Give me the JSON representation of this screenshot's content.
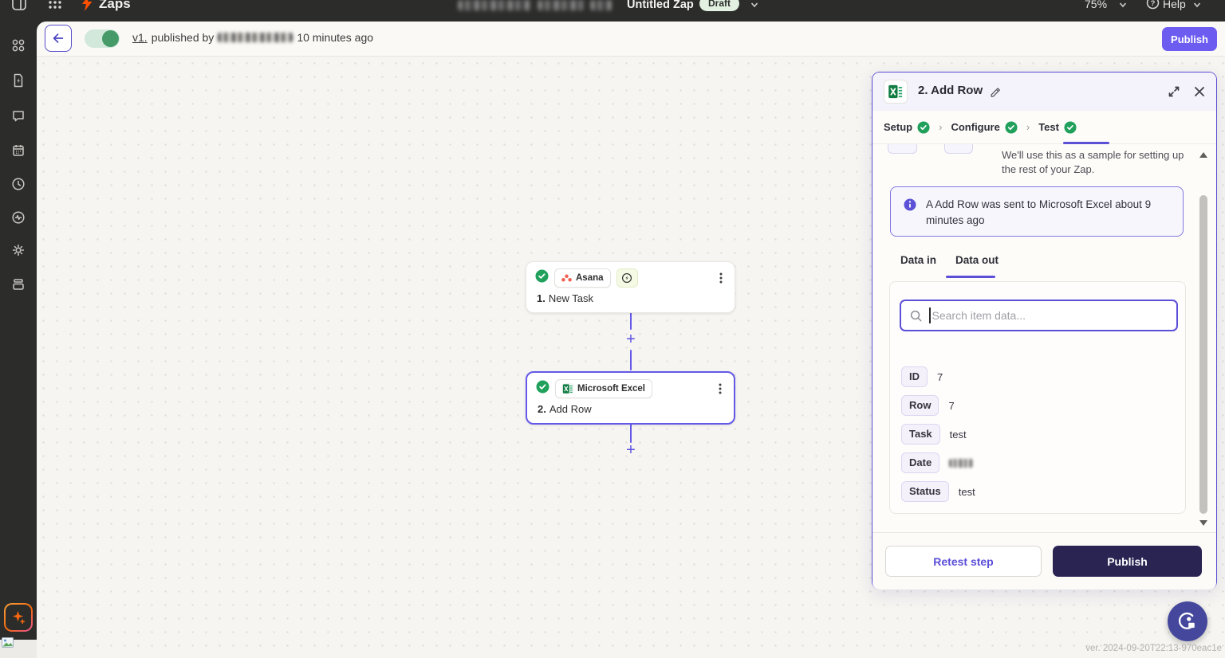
{
  "topbar": {
    "app_title": "Zaps",
    "zap_name": "Untitled Zap",
    "status_badge": "Draft",
    "zoom_value": "75%",
    "help_label": "Help"
  },
  "toolbar": {
    "version_link": "v1.",
    "published_by": "published by",
    "published_when": "10 minutes ago",
    "publish_button": "Publish"
  },
  "canvas": {
    "node1": {
      "step": "1.",
      "title": "New Task",
      "app": "Asana"
    },
    "node2": {
      "step": "2.",
      "title": "Add Row",
      "app": "Microsoft Excel"
    },
    "add_step": "+"
  },
  "panel": {
    "title": "2. Add Row",
    "steps": {
      "setup": "Setup",
      "configure": "Configure",
      "test": "Test"
    },
    "note_text": "We'll use this as a sample for setting up the rest of your Zap.",
    "alert_text": "A Add Row was sent to Microsoft Excel about 9 minutes ago",
    "tab_data_in": "Data in",
    "tab_data_out": "Data out",
    "search_placeholder": "Search item data...",
    "fields": [
      {
        "key": "ID",
        "value": "7"
      },
      {
        "key": "Row",
        "value": "7"
      },
      {
        "key": "Task",
        "value": "test"
      },
      {
        "key": "Date",
        "value": "",
        "redacted": true
      },
      {
        "key": "Status",
        "value": "test"
      }
    ],
    "retest_button": "Retest step",
    "publish_button": "Publish"
  },
  "statusbar": {
    "version_text": "ver. 2024-09-20T22:13-970eac1e"
  },
  "colors": {
    "accent_purple": "#5b4fd8",
    "dark_publish": "#2a2453",
    "success_green": "#21a05c",
    "brand_orange": "#ff4f00",
    "topbar_dark": "#2c2d2b"
  }
}
